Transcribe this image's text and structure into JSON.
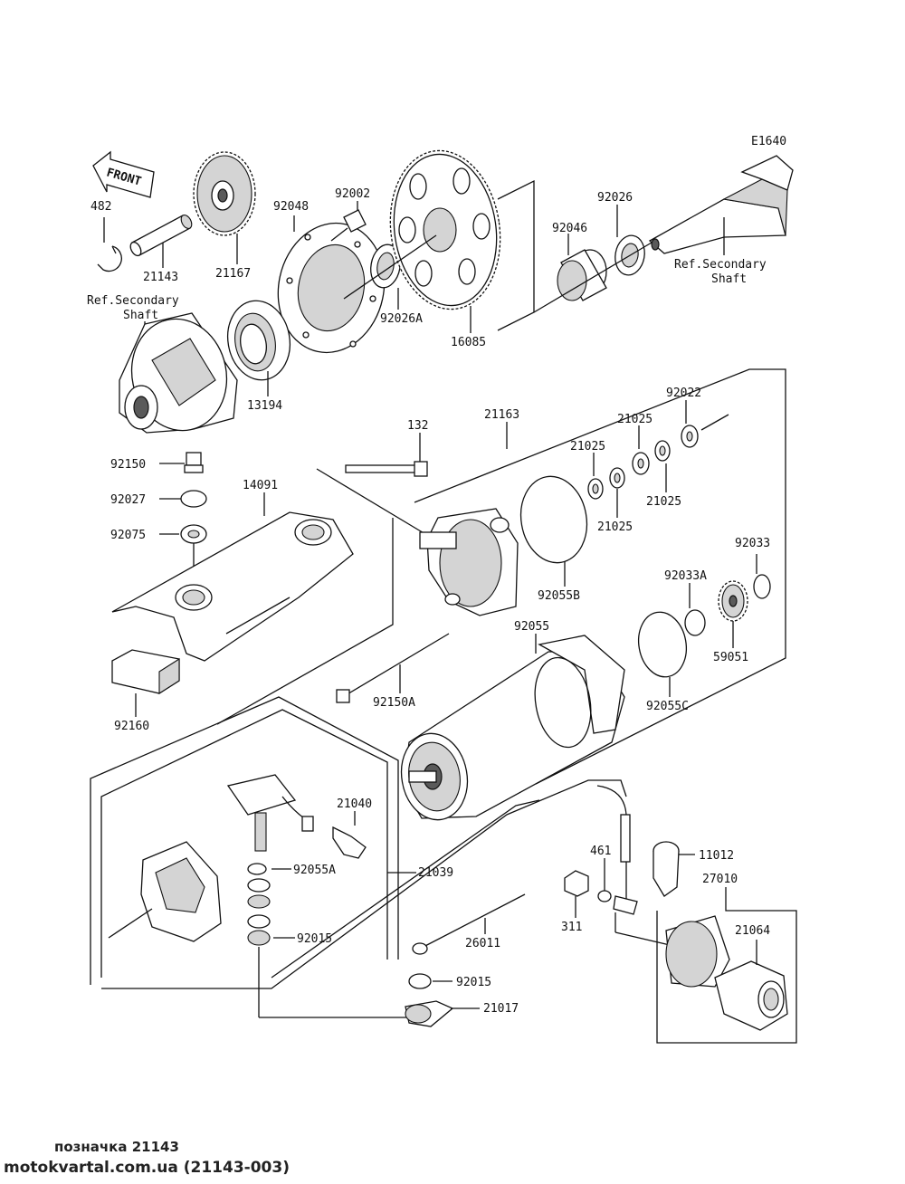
{
  "diagram_code": "E1640",
  "front_label": "FRONT",
  "parts": {
    "p482": "482",
    "p21143": "21143",
    "p21167": "21167",
    "p92048": "92048",
    "p92002": "92002",
    "p92026A": "92026A",
    "p16085": "16085",
    "p92046": "92046",
    "p92026": "92026",
    "p13194": "13194",
    "p132": "132",
    "p21163": "21163",
    "p92022": "92022",
    "p21025a": "21025",
    "p21025b": "21025",
    "p21025c": "21025",
    "p21025d": "21025",
    "p92150": "92150",
    "p14091": "14091",
    "p92027": "92027",
    "p92075": "92075",
    "p92055B": "92055B",
    "p92033": "92033",
    "p92033A": "92033A",
    "p59051": "59051",
    "p92055": "92055",
    "p92150A": "92150A",
    "p92055C": "92055C",
    "p92160": "92160",
    "p21040": "21040",
    "p92055A": "92055A",
    "p21039": "21039",
    "p92015a": "92015",
    "p461": "461",
    "p11012": "11012",
    "p27010": "27010",
    "p21064": "21064",
    "p311": "311",
    "p26011": "26011",
    "p92015b": "92015",
    "p21017": "21017"
  },
  "refs": {
    "ref_left_line1": "Ref.Secondary",
    "ref_left_line2": "Shaft",
    "ref_right_line1": "Ref.Secondary",
    "ref_right_line2": "Shaft"
  },
  "footer": {
    "caption": "позначка 21143",
    "site": "motokvartal.com.ua (21143-003)"
  }
}
